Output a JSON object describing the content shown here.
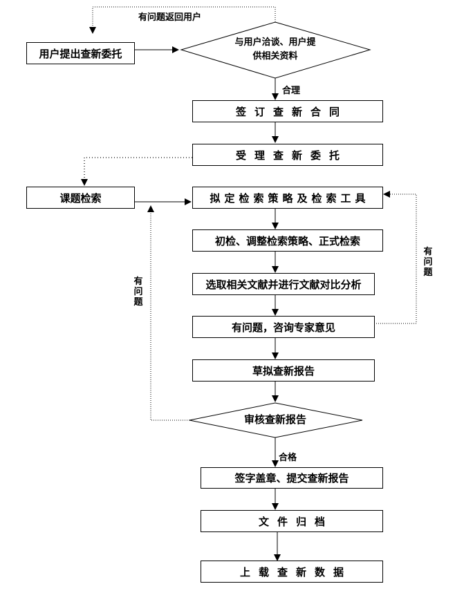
{
  "flowchart": {
    "nodes": {
      "user_request": "用户提出查新委托",
      "negotiate": "与用户洽谈、用户提供相关资料",
      "negotiate_line1": "与用户洽谈、用户提",
      "negotiate_line2": "供相关资料",
      "sign_contract": "签订查新合同",
      "accept_commission": "受理查新委托",
      "topic_search": "课题检索",
      "search_strategy": "拟定检索策略及检索工具",
      "initial_search": "初检、调整检索策略、正式检索",
      "select_literature": "选取相关文献并进行文献对比分析",
      "consult_experts": "有问题，咨询专家意见",
      "draft_report": "草拟查新报告",
      "review_report": "审核查新报告",
      "sign_submit": "签字盖章、提交查新报告",
      "archive": "文件归档",
      "upload_data": "上载查新数据"
    },
    "edge_labels": {
      "return_to_user": "有问题返回用户",
      "reasonable": "合理",
      "has_problem_right": "有问题",
      "has_problem_left": "有问题",
      "qualified": "合格"
    }
  }
}
